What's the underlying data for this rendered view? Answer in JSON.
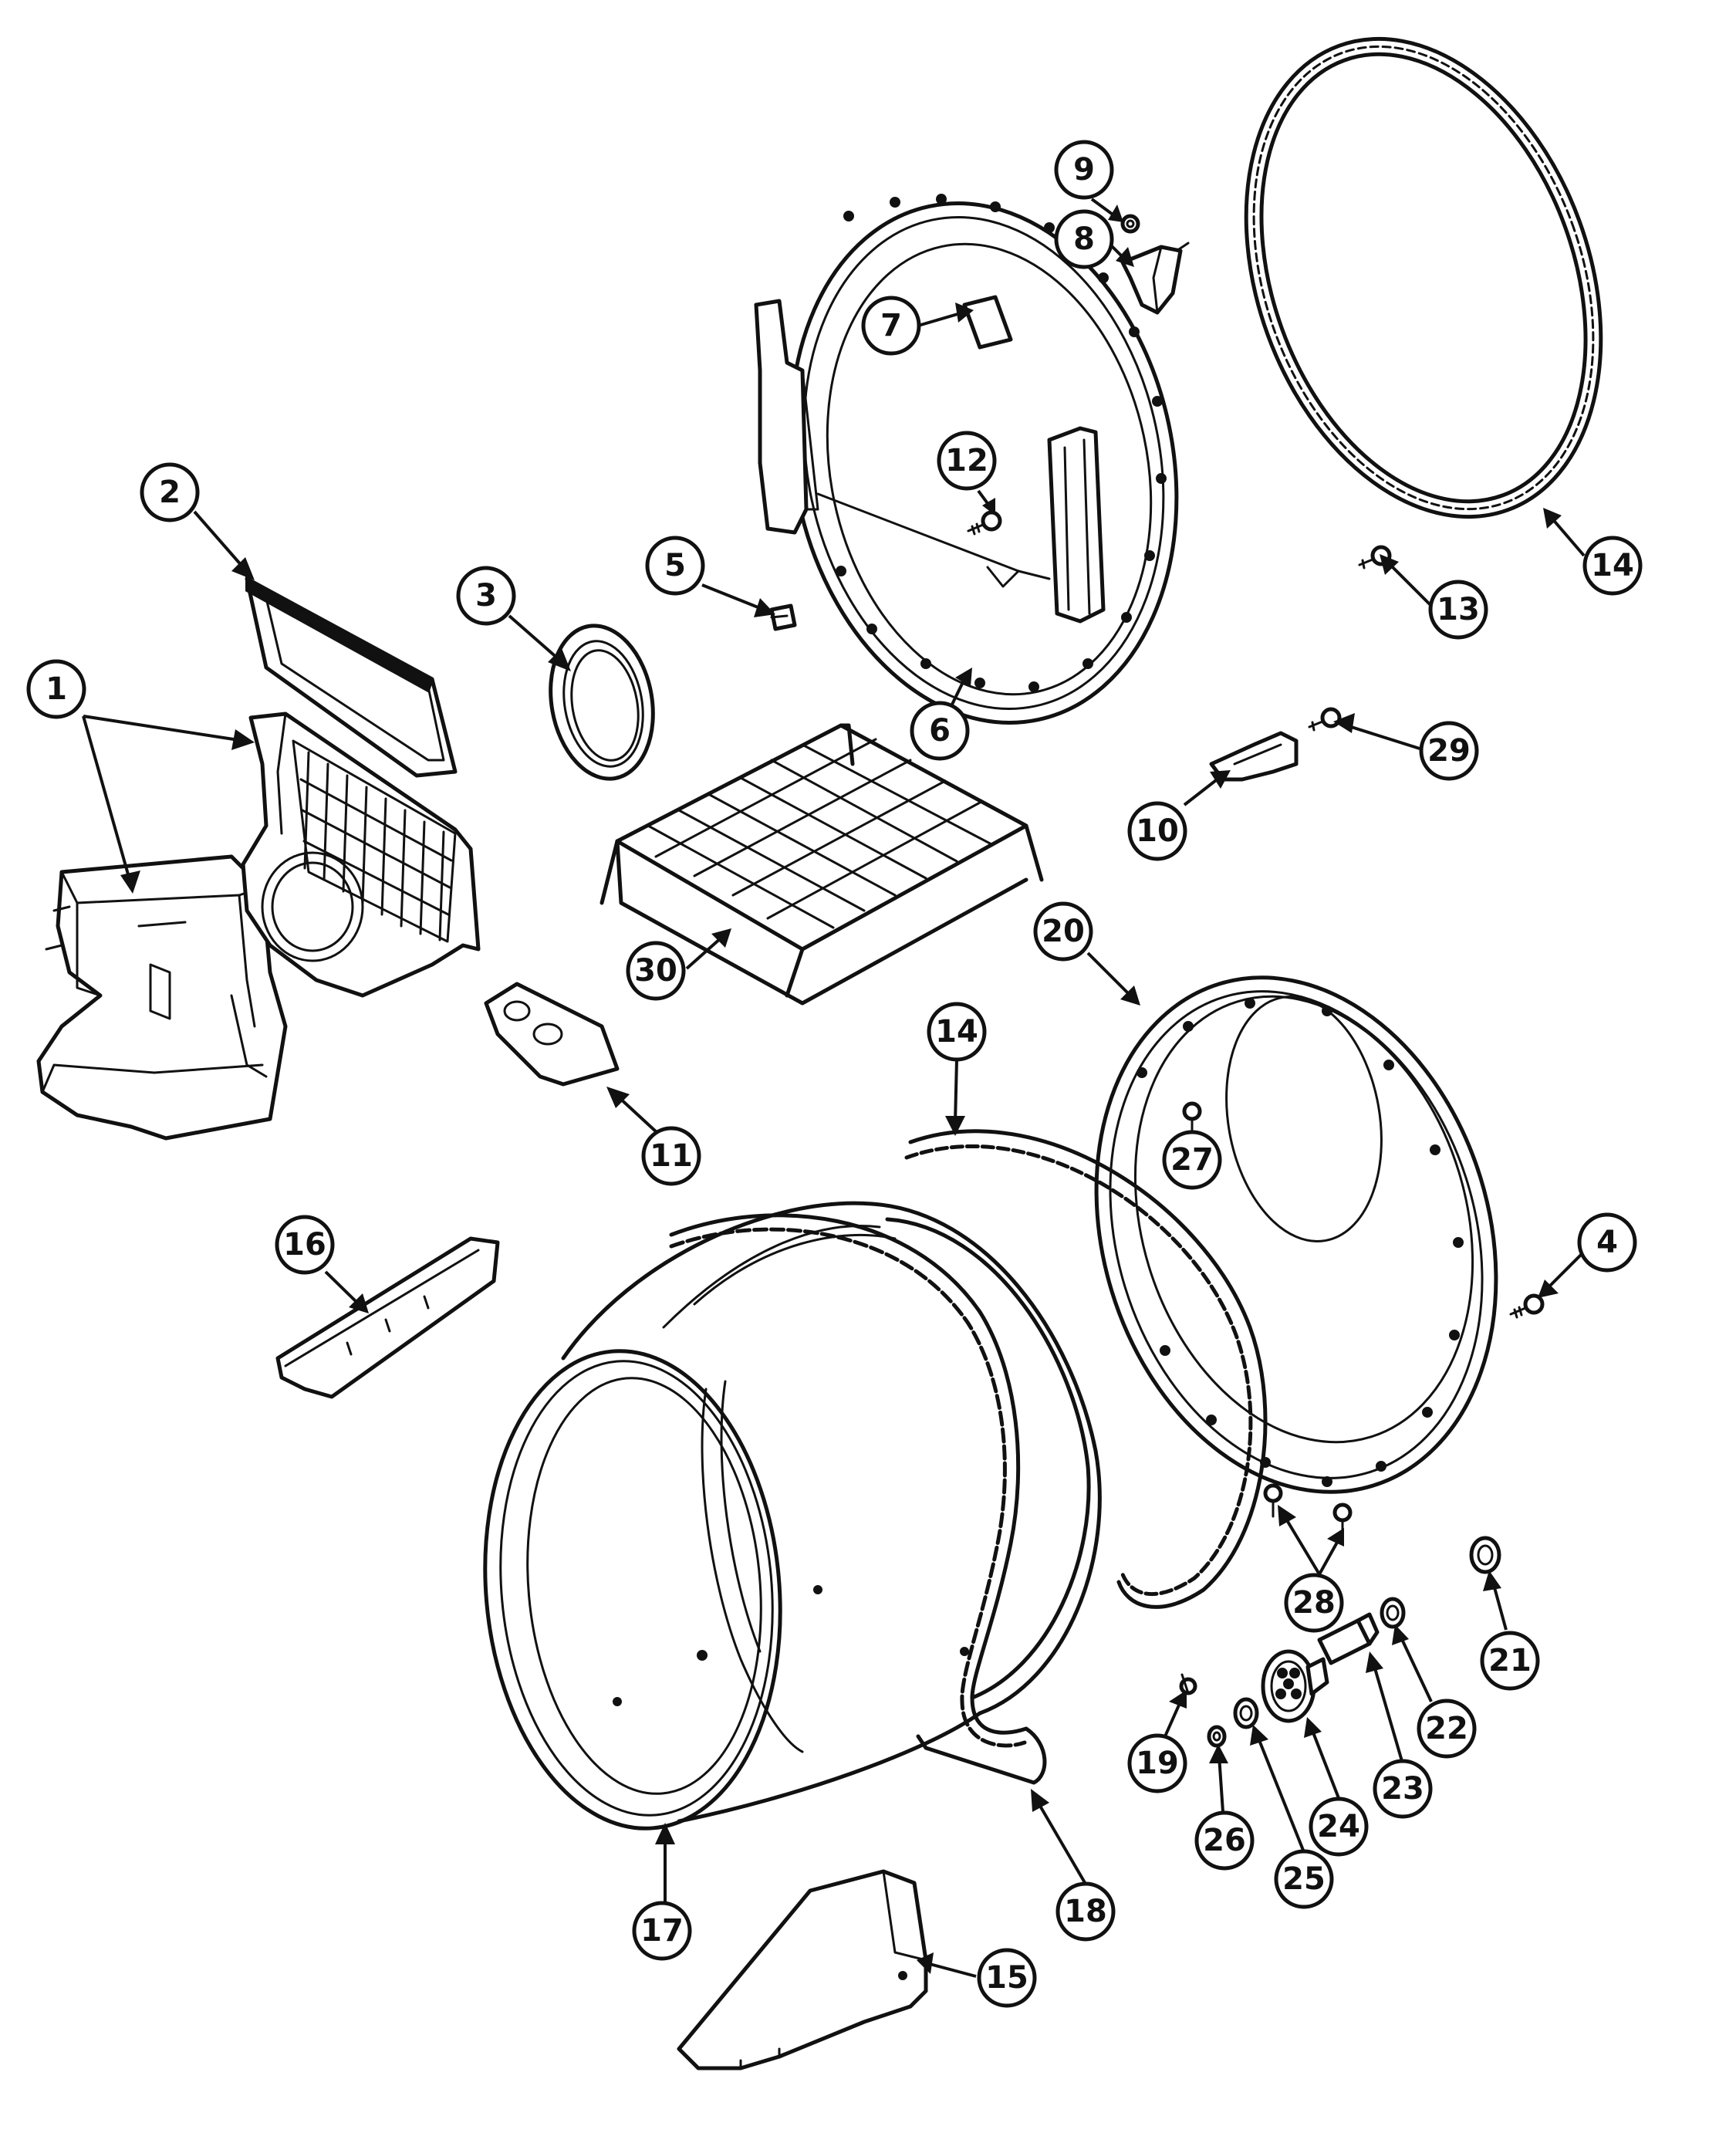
{
  "callouts": {
    "c1": "1",
    "c2": "2",
    "c3": "3",
    "c4": "4",
    "c5": "5",
    "c6": "6",
    "c7": "7",
    "c8": "8",
    "c9": "9",
    "c10": "10",
    "c11": "11",
    "c12": "12",
    "c13": "13",
    "c14a": "14",
    "c14b": "14",
    "c15": "15",
    "c16": "16",
    "c17": "17",
    "c18": "18",
    "c19": "19",
    "c20": "20",
    "c21": "21",
    "c22": "22",
    "c23": "23",
    "c24": "24",
    "c25": "25",
    "c26": "26",
    "c27": "27",
    "c28": "28",
    "c29": "29",
    "c30": "30"
  }
}
